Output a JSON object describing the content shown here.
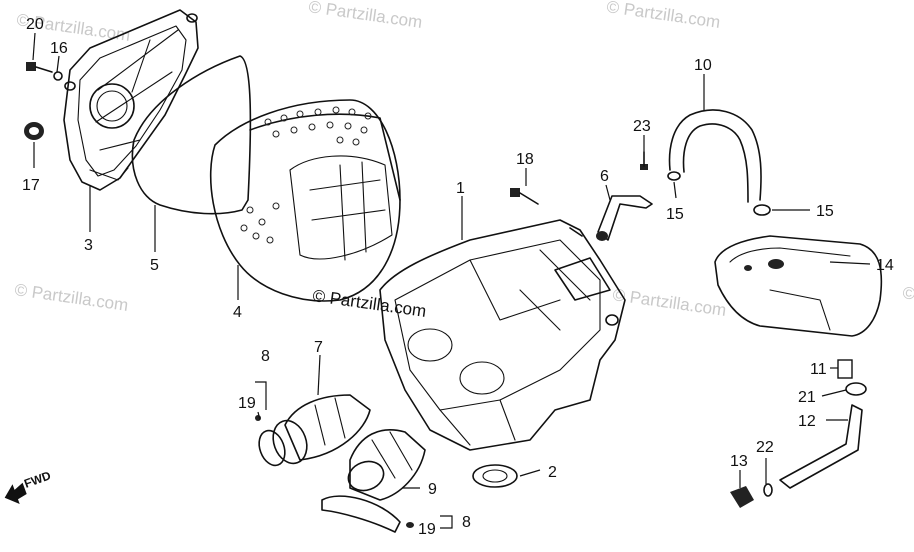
{
  "diagram": {
    "watermark_text": "© Partzilla.com",
    "center_watermark": "© Partzilla.com",
    "fwd_label": "FWD",
    "callouts": {
      "c1": "1",
      "c2": "2",
      "c3": "3",
      "c4": "4",
      "c5": "5",
      "c6": "6",
      "c7": "7",
      "c8a": "8",
      "c8b": "8",
      "c9": "9",
      "c10": "10",
      "c11": "11",
      "c12": "12",
      "c13": "13",
      "c14": "14",
      "c15a": "15",
      "c15b": "15",
      "c16": "16",
      "c17": "17",
      "c18": "18",
      "c19a": "19",
      "c19b": "19",
      "c20": "20",
      "c21": "21",
      "c22": "22",
      "c23": "23"
    }
  }
}
